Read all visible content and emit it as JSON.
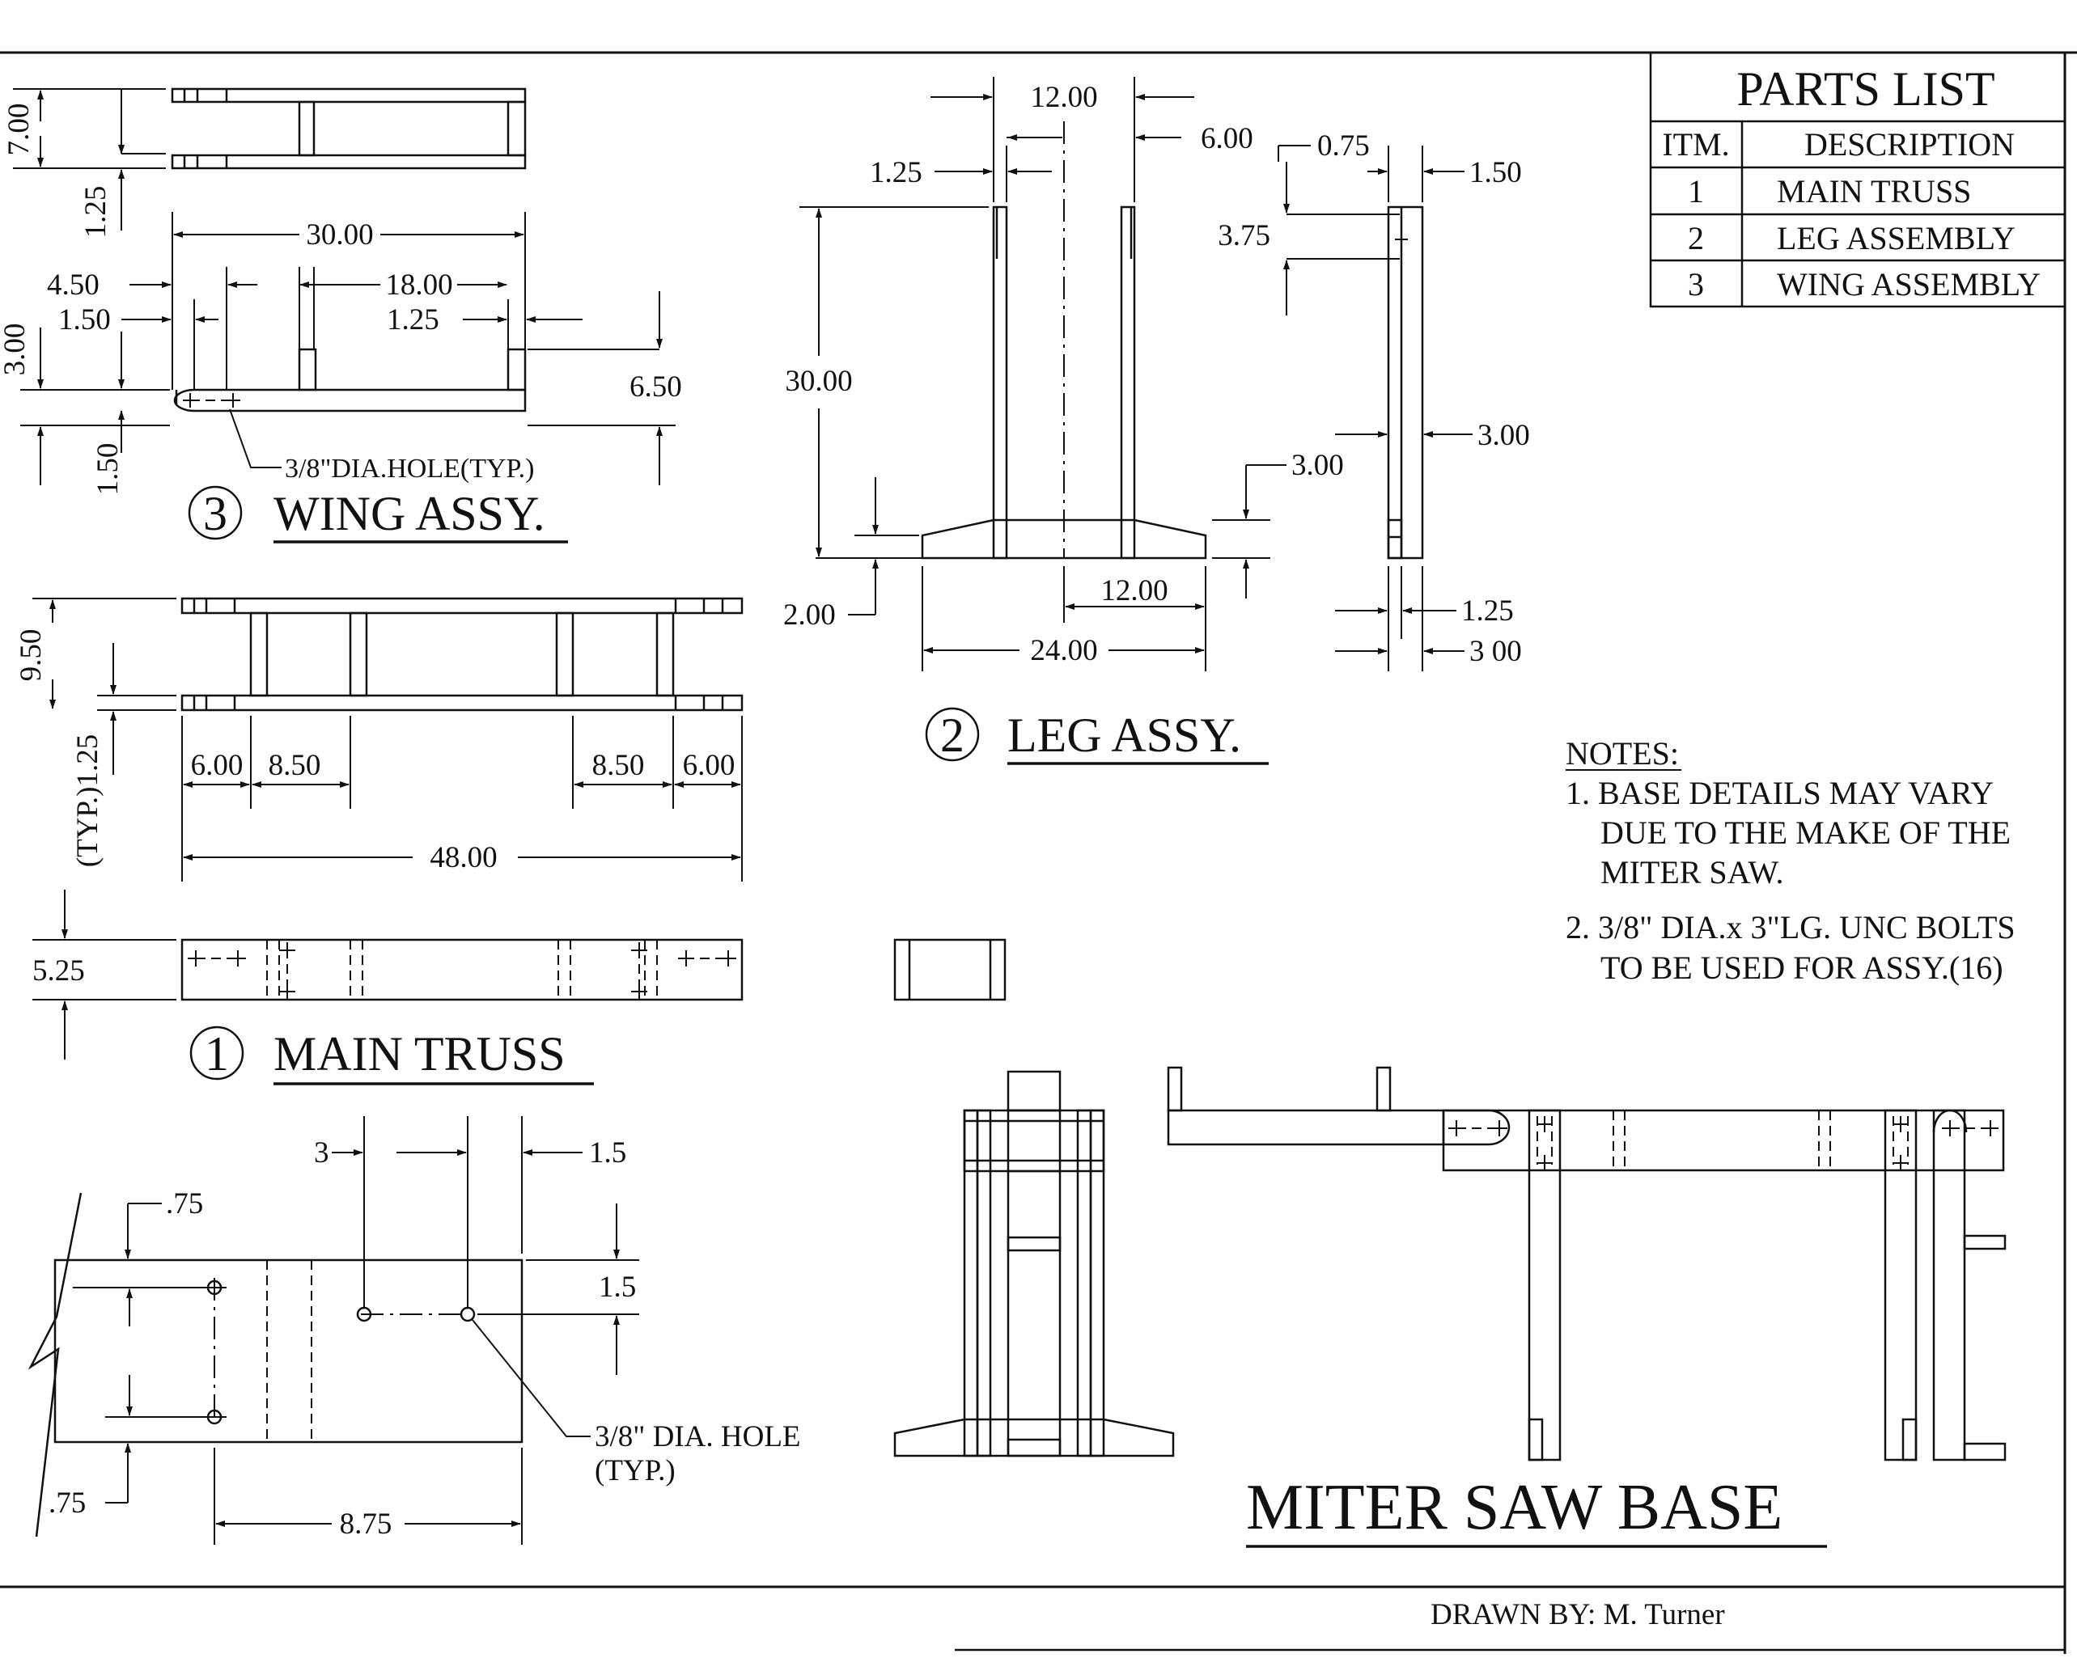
{
  "parts_list": {
    "title": "PARTS LIST",
    "headers": [
      "ITM.",
      "DESCRIPTION"
    ],
    "rows": [
      {
        "item": "1",
        "description": "MAIN TRUSS"
      },
      {
        "item": "2",
        "description": "LEG ASSEMBLY"
      },
      {
        "item": "3",
        "description": "WING ASSEMBLY"
      }
    ]
  },
  "wing": {
    "title_num": "3",
    "title": "WING ASSY.",
    "dims": {
      "d700": "7.00",
      "d125a": "1.25",
      "d3000": "30.00",
      "d450": "4.50",
      "d150a": "1.50",
      "d1800": "18.00",
      "d125b": "1.25",
      "d300": "3.00",
      "d650": "6.50",
      "d150b": "1.50"
    },
    "hole_note": "3/8\"DIA.HOLE(TYP.)"
  },
  "leg": {
    "title_num": "2",
    "title": "LEG ASSY.",
    "dims": {
      "d1200a": "12.00",
      "d600": "6.00",
      "d125a": "1.25",
      "d3000": "30.00",
      "d200": "2.00",
      "d1200b": "12.00",
      "d2400": "24.00",
      "d075": "0.75",
      "d150": "1.50",
      "d375": "3.75",
      "d300a": "3.00",
      "d300b": "3.00",
      "d125b": "1.25",
      "d300c": "3 00"
    }
  },
  "truss": {
    "title_num": "1",
    "title": "MAIN TRUSS",
    "dims": {
      "d950": "9.50",
      "d125typ": "(TYP.)1.25",
      "d600a": "6.00",
      "d850a": "8.50",
      "d850b": "8.50",
      "d600b": "6.00",
      "d4800": "48.00",
      "d525": "5.25"
    }
  },
  "detail": {
    "dims": {
      "d3": "3",
      "d15a": "1.5",
      "d075a": ".75",
      "d15b": "1.5",
      "d075b": ".75",
      "d875": "8.75"
    },
    "hole_note_1": "3/8\" DIA. HOLE",
    "hole_note_2": "(TYP.)"
  },
  "notes": {
    "heading": "NOTES:",
    "n1_l1": "1. BASE DETAILS MAY VARY",
    "n1_l2": "DUE TO THE MAKE OF THE",
    "n1_l3": "MITER SAW.",
    "n2_l1": "2. 3/8\" DIA.x 3\"LG. UNC BOLTS",
    "n2_l2": "TO BE USED FOR ASSY.(16)"
  },
  "main_title": "MITER SAW BASE",
  "drawn_by": "DRAWN BY: M. Turner"
}
